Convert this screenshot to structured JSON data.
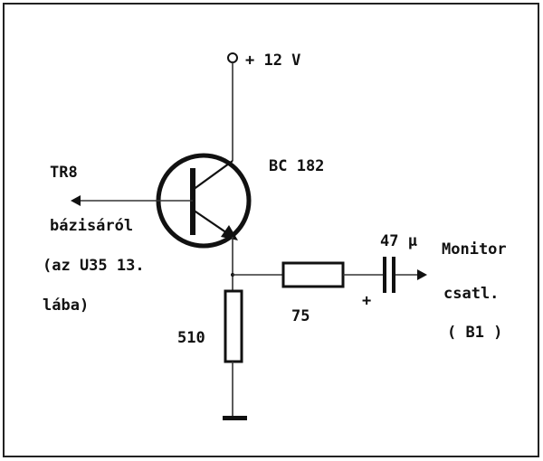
{
  "colors": {
    "ink": "#111111",
    "wire": "#333333",
    "background": "#ffffff"
  },
  "supply": {
    "label": "+ 12 V"
  },
  "transistor": {
    "label": "BC 182"
  },
  "input": {
    "line1": "TR8",
    "line2": "bázisáról",
    "line3": "(az U35 13.",
    "line4": "lába)"
  },
  "resistor_emitter": {
    "value": "510"
  },
  "resistor_series": {
    "value": "75"
  },
  "capacitor": {
    "value": "47 µ",
    "polarity": "+"
  },
  "output": {
    "line1": "Monitor",
    "line2": "csatl.",
    "line3": "( B1 )"
  }
}
